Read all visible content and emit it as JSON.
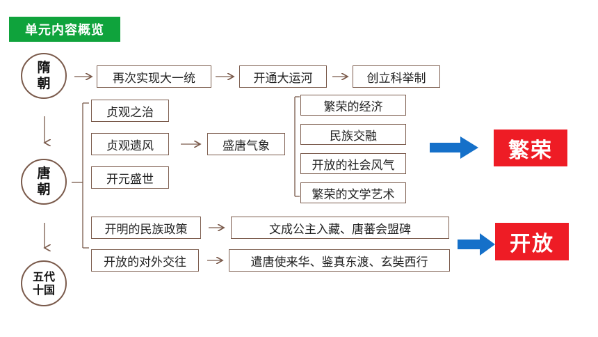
{
  "header": {
    "title": "单元内容概览"
  },
  "dynasties": {
    "sui": "隋\n朝",
    "tang": "唐\n朝",
    "five": "五代\n十国"
  },
  "sui_chain": [
    "再次实现大一统",
    "开通大运河",
    "创立科举制"
  ],
  "tang_left": [
    "贞观之治",
    "贞观遗风",
    "开元盛世"
  ],
  "tang_center": "盛唐气象",
  "tang_right": [
    "繁荣的经济",
    "民族交融",
    "开放的社会风气",
    "繁荣的文学艺术"
  ],
  "tang_bottom": [
    {
      "item": "开明的民族政策",
      "detail": "文成公主入藏、唐蕃会盟碑"
    },
    {
      "item": "开放的对外交往",
      "detail": "遣唐使来华、鉴真东渡、玄奘西行"
    }
  ],
  "summary_labels": {
    "prosperity": "繁荣",
    "openness": "开放"
  },
  "colors": {
    "header_bg": "#0fa33c",
    "label_bg": "#ee1c25",
    "arrow_blue": "#1570c9",
    "border": "#7a5a4b"
  }
}
